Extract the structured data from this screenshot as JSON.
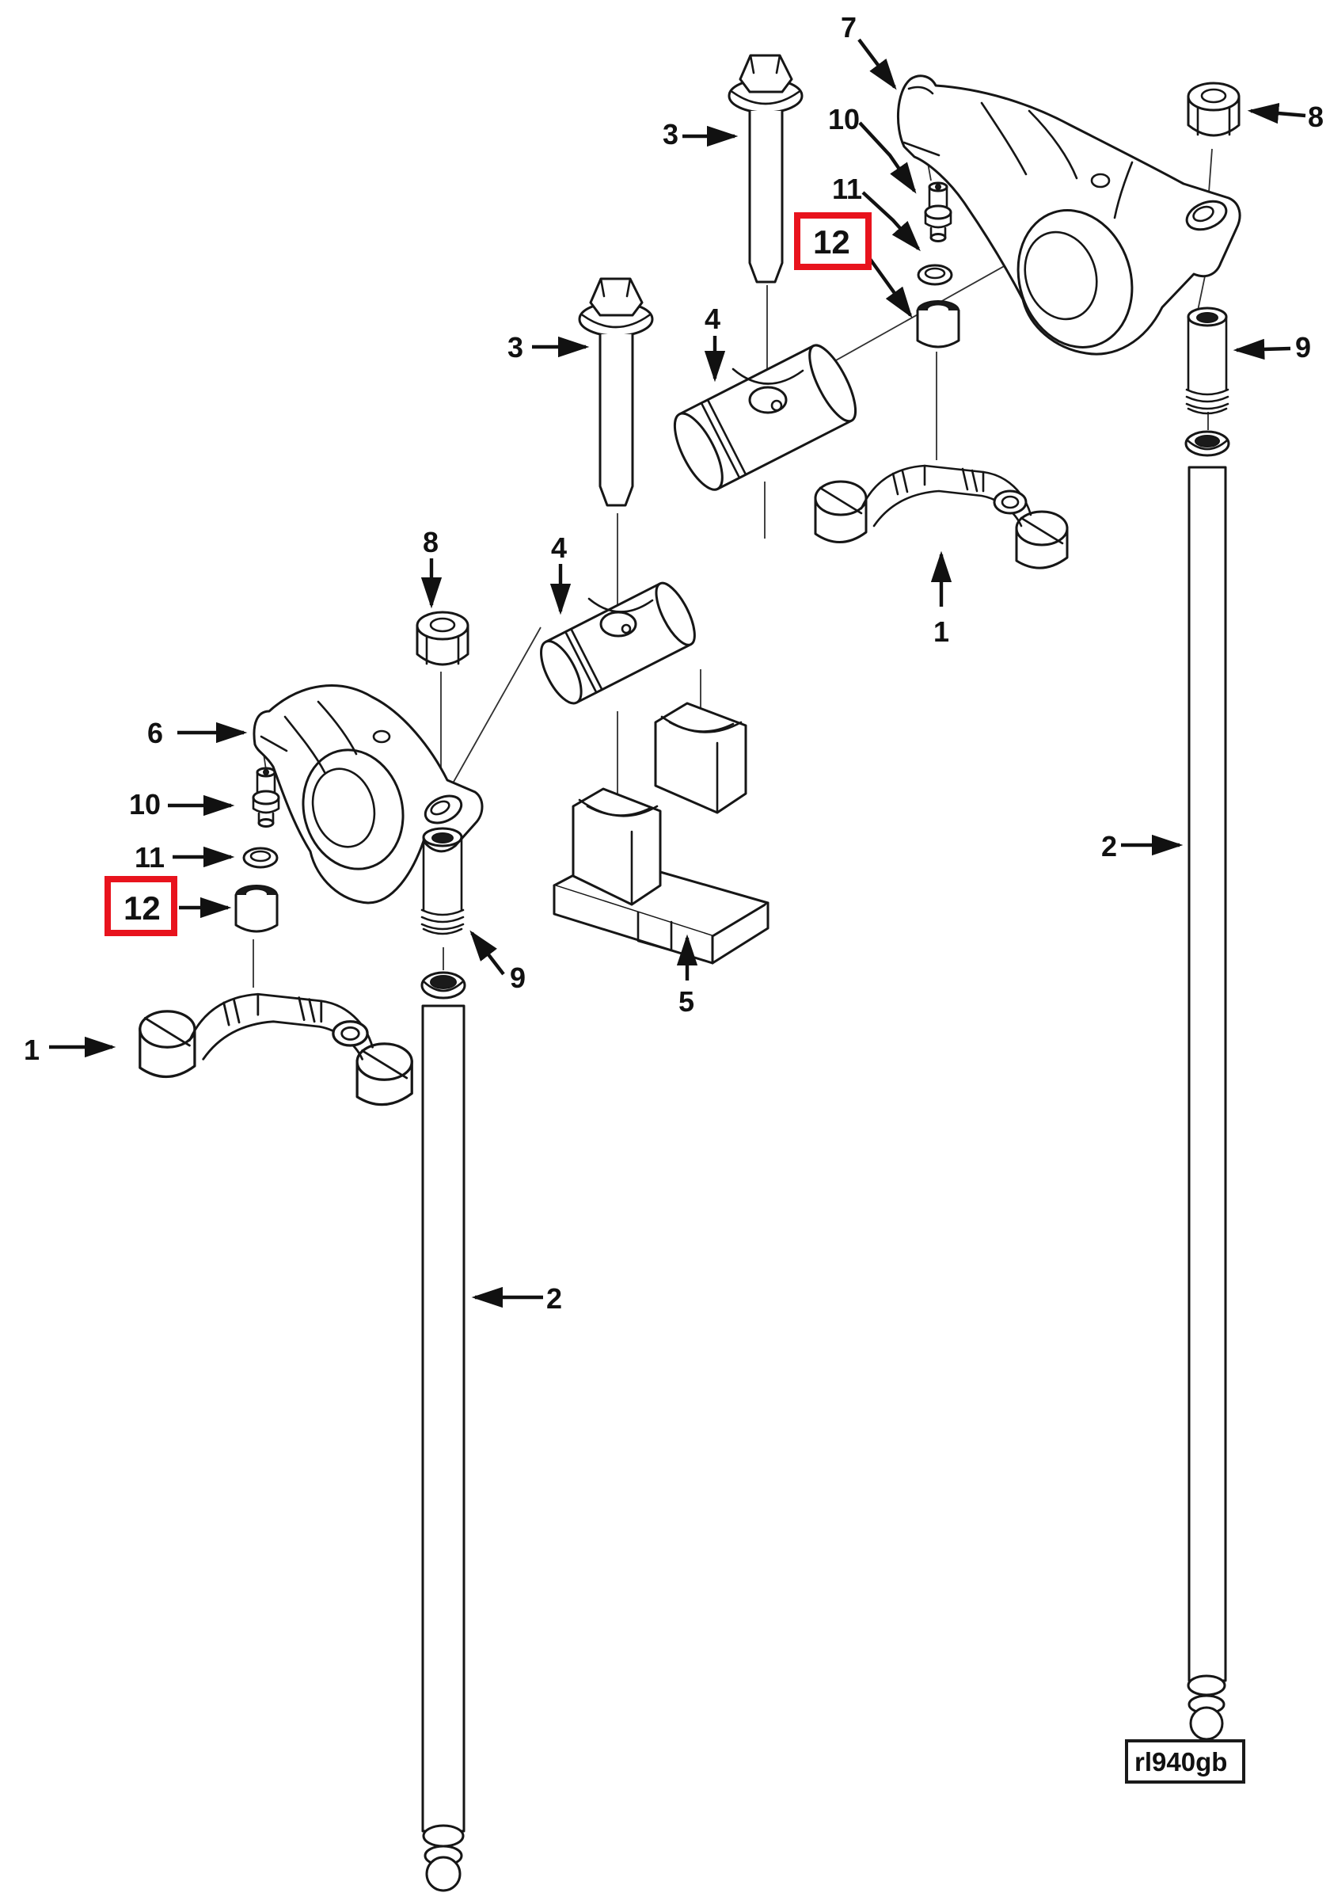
{
  "figure": {
    "code": "rl940gb",
    "background": "#ffffff",
    "line_color": "#161616",
    "highlight_color": "#e8131d"
  },
  "callouts": [
    {
      "id": "7-top",
      "text": "7",
      "highlighted": false
    },
    {
      "id": "3-upper",
      "text": "3",
      "highlighted": false
    },
    {
      "id": "8-right",
      "text": "8",
      "highlighted": false
    },
    {
      "id": "10-right",
      "text": "10",
      "highlighted": false
    },
    {
      "id": "11-right",
      "text": "11",
      "highlighted": false
    },
    {
      "id": "12-right",
      "text": "12",
      "highlighted": true
    },
    {
      "id": "3-lower",
      "text": "3",
      "highlighted": false
    },
    {
      "id": "4-upper",
      "text": "4",
      "highlighted": false
    },
    {
      "id": "9-right",
      "text": "9",
      "highlighted": false
    },
    {
      "id": "4-lower",
      "text": "4",
      "highlighted": false
    },
    {
      "id": "8-left",
      "text": "8",
      "highlighted": false
    },
    {
      "id": "6-left",
      "text": "6",
      "highlighted": false
    },
    {
      "id": "1-right",
      "text": "1",
      "highlighted": false
    },
    {
      "id": "10-left",
      "text": "10",
      "highlighted": false
    },
    {
      "id": "11-left",
      "text": "11",
      "highlighted": false
    },
    {
      "id": "12-left",
      "text": "12",
      "highlighted": true
    },
    {
      "id": "5-center",
      "text": "5",
      "highlighted": false
    },
    {
      "id": "9-left",
      "text": "9",
      "highlighted": false
    },
    {
      "id": "1-left",
      "text": "1",
      "highlighted": false
    },
    {
      "id": "2-left",
      "text": "2",
      "highlighted": false
    },
    {
      "id": "2-right",
      "text": "2",
      "highlighted": false
    }
  ]
}
